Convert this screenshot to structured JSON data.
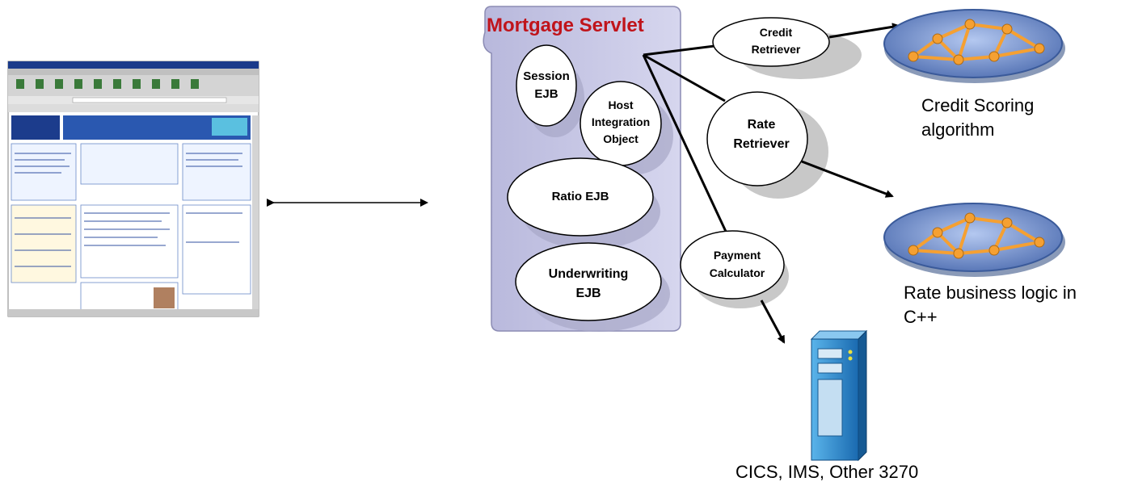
{
  "servlet": {
    "title": "Mortgage Servlet"
  },
  "components": {
    "session_ejb": [
      "Session",
      "EJB"
    ],
    "host_integration": [
      "Host",
      "Integration",
      "Object"
    ],
    "ratio_ejb": "Ratio EJB",
    "underwriting_ejb": [
      "Underwriting",
      "EJB"
    ]
  },
  "retrievers": {
    "credit": [
      "Credit",
      "Retriever"
    ],
    "rate": [
      "Rate",
      "Retriever"
    ],
    "payment": [
      "Payment",
      "Calculator"
    ]
  },
  "backends": {
    "credit_scoring": [
      "Credit Scoring",
      "algorithm"
    ],
    "rate_logic": [
      "Rate business logic in",
      "C++"
    ],
    "cics": "CICS, IMS, Other 3270"
  },
  "colors": {
    "servlet_fill": "#c8c8e6",
    "servlet_border": "#8c8cb4",
    "title": "#c0141b",
    "network_outer": "#6e8cc8",
    "network_node": "#f5a032",
    "server": "#2e86c8"
  }
}
